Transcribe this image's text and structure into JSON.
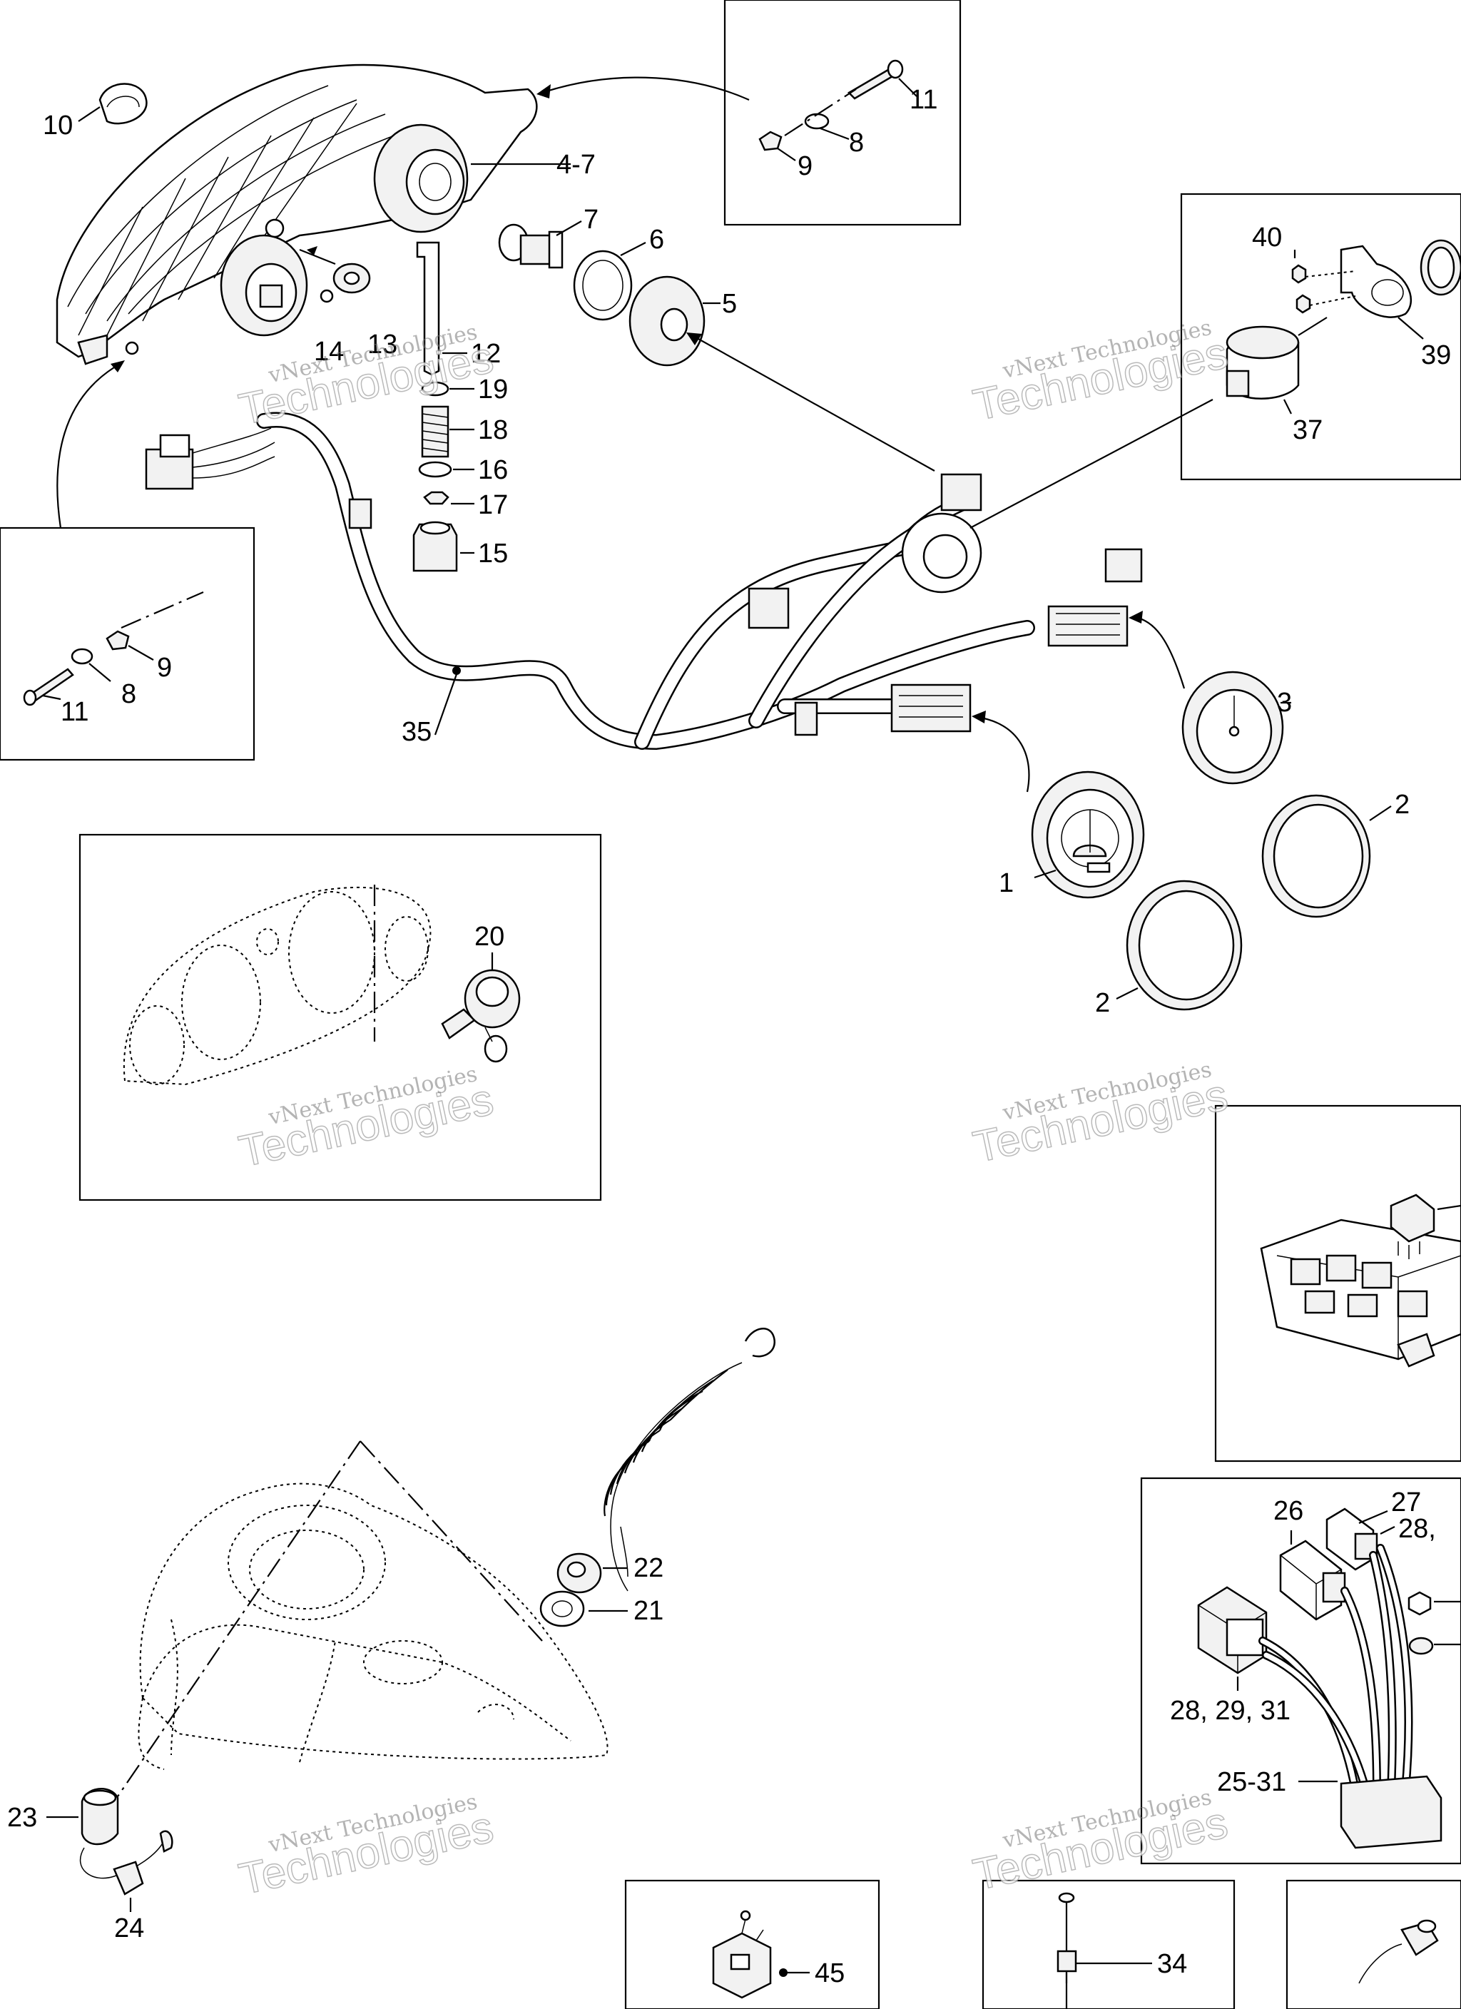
{
  "labels": {
    "l10": "10",
    "l11a": "11",
    "l8a": "8",
    "l9a": "9",
    "l4_7": "4-7",
    "l7": "7",
    "l6": "6",
    "l5": "5",
    "l14": "14",
    "l13": "13",
    "l12": "12",
    "l19": "19",
    "l18": "18",
    "l16": "16",
    "l17": "17",
    "l15": "15",
    "l9b": "9",
    "l8b": "8",
    "l11b": "11",
    "l35": "35",
    "l40": "40",
    "l39": "39",
    "l37": "37",
    "l3": "3",
    "l2a": "2",
    "l1": "1",
    "l2b": "2",
    "l20": "20",
    "l22": "22",
    "l21": "21",
    "l23": "23",
    "l24": "24",
    "l26": "26",
    "l27": "27",
    "l28a": "28,",
    "l28b": "28, 29, 31",
    "l25_31": "25-31",
    "l45": "45",
    "l34": "34"
  },
  "watermark": {
    "line1": "vNext Technologies",
    "line2": "Technologies"
  }
}
